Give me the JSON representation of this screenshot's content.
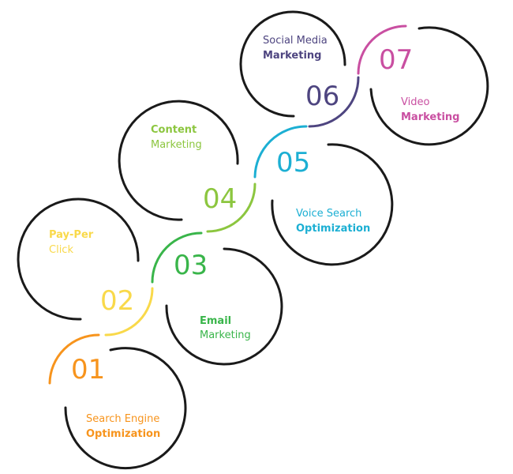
{
  "steps": [
    {
      "number": "01",
      "line1": "Search Engine",
      "line2": "Optimization",
      "color": "#f7941d",
      "bold_line": 2
    },
    {
      "number": "02",
      "line1": "Pay-Per",
      "line2": "Click",
      "color": "#f9d94a",
      "bold_line": 1
    },
    {
      "number": "03",
      "line1": "Email",
      "line2": "Marketing",
      "color": "#39b54a",
      "bold_line": 1
    },
    {
      "number": "04",
      "line1": "Content",
      "line2": "Marketing",
      "color": "#8cc63f",
      "bold_line": 1
    },
    {
      "number": "05",
      "line1": "Voice Search",
      "line2": "Optimization",
      "color": "#1cafd3",
      "bold_line": 2
    },
    {
      "number": "06",
      "line1": "Social Media",
      "line2": "Marketing",
      "color": "#4e4580",
      "bold_line": 2
    },
    {
      "number": "07",
      "line1": "Video",
      "line2": "Marketing",
      "color": "#c94fa1",
      "bold_line": 2
    }
  ],
  "circle_color": "#1a1a1a"
}
